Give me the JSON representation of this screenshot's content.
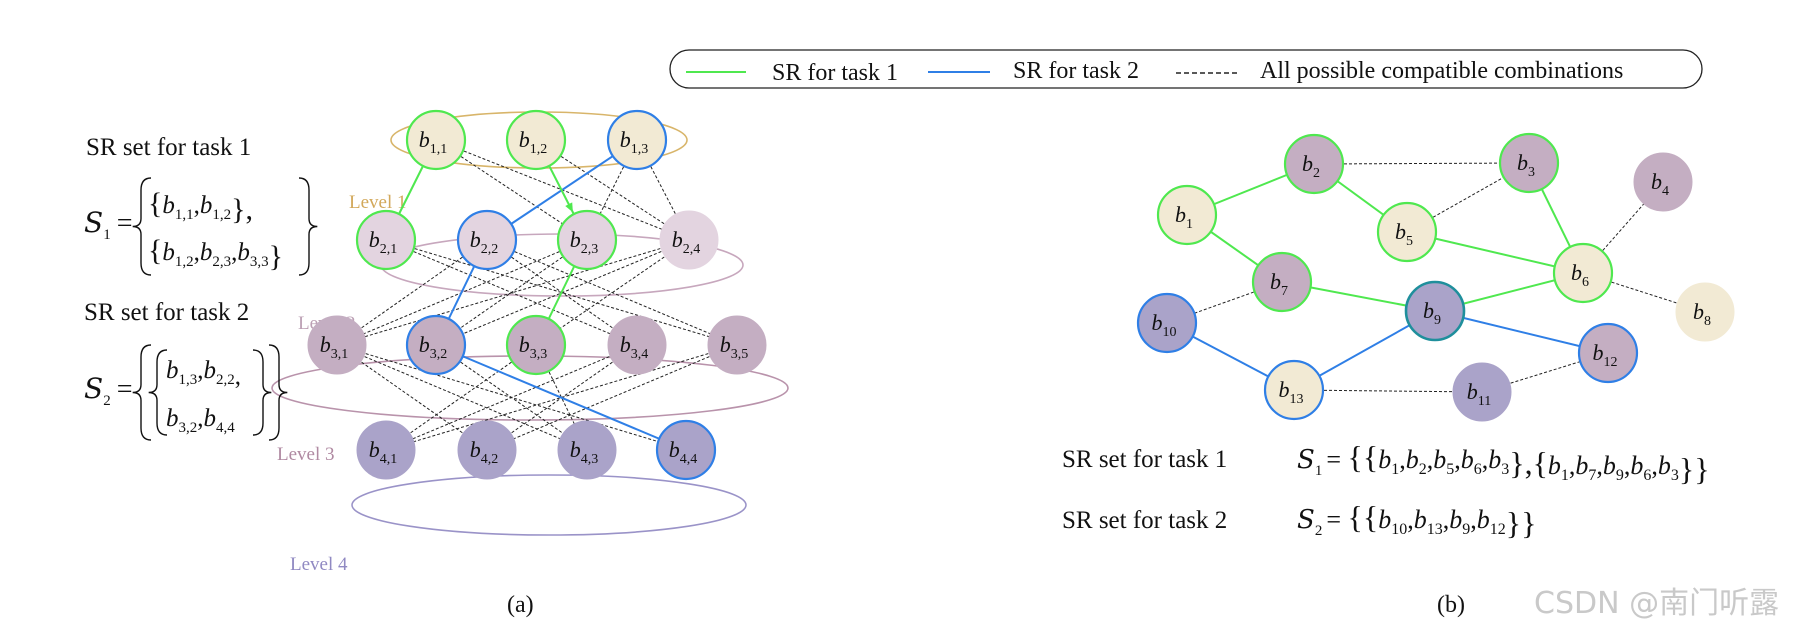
{
  "colors": {
    "task1": "#4fe84f",
    "task2": "#2f7fe6",
    "compat": "#222222",
    "level1_ring": "#d8b56a",
    "level2_ring": "#c7a7bd",
    "level3_ring": "#b993ab",
    "level4_ring": "#9a93c8",
    "level1_fill": "#f2ead4",
    "level2_fill": "#e3d4e0",
    "level3_fill": "#c4aec2",
    "level4_fill": "#aaa3c9",
    "level1_text": "#d2a85a",
    "level2_text": "#bca0b4",
    "level3_text": "#b08aa2",
    "level4_text": "#9089c2"
  },
  "legend": {
    "task1_label": "SR for task 1",
    "task2_label": "SR for task 2",
    "compat_label": "All possible compatible combinations"
  },
  "panel_a": {
    "caption": "(a)",
    "levels": [
      "Level 1",
      "Level 2",
      "Level 3",
      "Level 4"
    ],
    "nodes": [
      {
        "id": "b11",
        "base": "b",
        "sub": "1,1",
        "level": 1,
        "role": "task1"
      },
      {
        "id": "b12",
        "base": "b",
        "sub": "1,2",
        "level": 1,
        "role": "task1"
      },
      {
        "id": "b13",
        "base": "b",
        "sub": "1,3",
        "level": 1,
        "role": "task2"
      },
      {
        "id": "b21",
        "base": "b",
        "sub": "2,1",
        "level": 2,
        "role": "task1"
      },
      {
        "id": "b22",
        "base": "b",
        "sub": "2,2",
        "level": 2,
        "role": "task2"
      },
      {
        "id": "b23",
        "base": "b",
        "sub": "2,3",
        "level": 2,
        "role": "task1"
      },
      {
        "id": "b24",
        "base": "b",
        "sub": "2,4",
        "level": 2,
        "role": "none"
      },
      {
        "id": "b31",
        "base": "b",
        "sub": "3,1",
        "level": 3,
        "role": "none"
      },
      {
        "id": "b32",
        "base": "b",
        "sub": "3,2",
        "level": 3,
        "role": "task2"
      },
      {
        "id": "b33",
        "base": "b",
        "sub": "3,3",
        "level": 3,
        "role": "task1"
      },
      {
        "id": "b34",
        "base": "b",
        "sub": "3,4",
        "level": 3,
        "role": "none"
      },
      {
        "id": "b35",
        "base": "b",
        "sub": "3,5",
        "level": 3,
        "role": "none"
      },
      {
        "id": "b41",
        "base": "b",
        "sub": "4,1",
        "level": 4,
        "role": "none"
      },
      {
        "id": "b42",
        "base": "b",
        "sub": "4,2",
        "level": 4,
        "role": "none"
      },
      {
        "id": "b43",
        "base": "b",
        "sub": "4,3",
        "level": 4,
        "role": "none"
      },
      {
        "id": "b44",
        "base": "b",
        "sub": "4,4",
        "level": 4,
        "role": "task2"
      }
    ],
    "edges_task1": [
      [
        "b11",
        "b21"
      ],
      [
        "b12",
        "b23"
      ],
      [
        "b23",
        "b33"
      ]
    ],
    "edges_task2": [
      [
        "b13",
        "b22"
      ],
      [
        "b22",
        "b32"
      ],
      [
        "b32",
        "b44"
      ]
    ],
    "edges_compat": [
      [
        "b11",
        "b23"
      ],
      [
        "b11",
        "b24"
      ],
      [
        "b12",
        "b24"
      ],
      [
        "b13",
        "b23"
      ],
      [
        "b13",
        "b24"
      ],
      [
        "b21",
        "b34"
      ],
      [
        "b21",
        "b35"
      ],
      [
        "b22",
        "b31"
      ],
      [
        "b22",
        "b34"
      ],
      [
        "b22",
        "b35"
      ],
      [
        "b23",
        "b31"
      ],
      [
        "b23",
        "b32"
      ],
      [
        "b24",
        "b31"
      ],
      [
        "b24",
        "b32"
      ],
      [
        "b24",
        "b33"
      ],
      [
        "b31",
        "b42"
      ],
      [
        "b31",
        "b43"
      ],
      [
        "b31",
        "b44"
      ],
      [
        "b32",
        "b43"
      ],
      [
        "b33",
        "b41"
      ],
      [
        "b33",
        "b43"
      ],
      [
        "b34",
        "b41"
      ],
      [
        "b34",
        "b42"
      ],
      [
        "b35",
        "b41"
      ],
      [
        "b35",
        "b42"
      ]
    ],
    "sr1_title": "SR set for task 1",
    "sr2_title": "SR set for task 2",
    "s1_symbol": "S",
    "s1_symbol_sub": "1",
    "s1_sets": [
      [
        {
          "b": "b",
          "s": "1,1"
        },
        {
          "b": "b",
          "s": "1,2"
        }
      ],
      [
        {
          "b": "b",
          "s": "1,2"
        },
        {
          "b": "b",
          "s": "2,3"
        },
        {
          "b": "b",
          "s": "3,3"
        }
      ]
    ],
    "s2_symbol": "S",
    "s2_symbol_sub": "2",
    "s2_set": [
      [
        {
          "b": "b",
          "s": "1,3"
        },
        {
          "b": "b",
          "s": "2,2"
        }
      ],
      [
        {
          "b": "b",
          "s": "3,2"
        },
        {
          "b": "b",
          "s": "4,4"
        }
      ]
    ]
  },
  "panel_b": {
    "caption": "(b)",
    "nodes": [
      {
        "id": "b1",
        "base": "b",
        "sub": "1",
        "color": "level1",
        "role": "task1"
      },
      {
        "id": "b2",
        "base": "b",
        "sub": "2",
        "color": "level3",
        "role": "task1"
      },
      {
        "id": "b3",
        "base": "b",
        "sub": "3",
        "color": "level3",
        "role": "task1"
      },
      {
        "id": "b4",
        "base": "b",
        "sub": "4",
        "color": "level3",
        "role": "none"
      },
      {
        "id": "b5",
        "base": "b",
        "sub": "5",
        "color": "level1",
        "role": "task1"
      },
      {
        "id": "b6",
        "base": "b",
        "sub": "6",
        "color": "level1",
        "role": "task1"
      },
      {
        "id": "b7",
        "base": "b",
        "sub": "7",
        "color": "level3",
        "role": "task1"
      },
      {
        "id": "b8",
        "base": "b",
        "sub": "8",
        "color": "level1",
        "role": "none"
      },
      {
        "id": "b9",
        "base": "b",
        "sub": "9",
        "color": "level4",
        "role": "both"
      },
      {
        "id": "b10",
        "base": "b",
        "sub": "10",
        "color": "level4",
        "role": "task2"
      },
      {
        "id": "b11",
        "base": "b",
        "sub": "11",
        "color": "level4",
        "role": "none"
      },
      {
        "id": "b12",
        "base": "b",
        "sub": "12",
        "color": "level3",
        "role": "task2"
      },
      {
        "id": "b13",
        "base": "b",
        "sub": "13",
        "color": "level1",
        "role": "task2"
      }
    ],
    "edges_task1": [
      [
        "b1",
        "b2"
      ],
      [
        "b2",
        "b5"
      ],
      [
        "b5",
        "b6"
      ],
      [
        "b6",
        "b3"
      ],
      [
        "b1",
        "b7"
      ],
      [
        "b7",
        "b9"
      ],
      [
        "b9",
        "b6"
      ]
    ],
    "edges_task2": [
      [
        "b10",
        "b13"
      ],
      [
        "b13",
        "b9"
      ],
      [
        "b9",
        "b12"
      ]
    ],
    "edges_compat": [
      [
        "b2",
        "b3"
      ],
      [
        "b5",
        "b3"
      ],
      [
        "b7",
        "b10"
      ],
      [
        "b6",
        "b4"
      ],
      [
        "b6",
        "b8"
      ],
      [
        "b13",
        "b11"
      ],
      [
        "b11",
        "b12"
      ]
    ],
    "sr1_title": "SR set for task 1",
    "sr2_title": "SR set for task 2",
    "s1_symbol": "S",
    "s1_symbol_sub": "1",
    "s1_sets": [
      [
        {
          "b": "b",
          "s": "1"
        },
        {
          "b": "b",
          "s": "2"
        },
        {
          "b": "b",
          "s": "5"
        },
        {
          "b": "b",
          "s": "6"
        },
        {
          "b": "b",
          "s": "3"
        }
      ],
      [
        {
          "b": "b",
          "s": "1"
        },
        {
          "b": "b",
          "s": "7"
        },
        {
          "b": "b",
          "s": "9"
        },
        {
          "b": "b",
          "s": "6"
        },
        {
          "b": "b",
          "s": "3"
        }
      ]
    ],
    "s2_symbol": "S",
    "s2_symbol_sub": "2",
    "s2_sets": [
      [
        {
          "b": "b",
          "s": "10"
        },
        {
          "b": "b",
          "s": "13"
        },
        {
          "b": "b",
          "s": "9"
        },
        {
          "b": "b",
          "s": "12"
        }
      ]
    ]
  },
  "watermark": "CSDN @南门听露"
}
